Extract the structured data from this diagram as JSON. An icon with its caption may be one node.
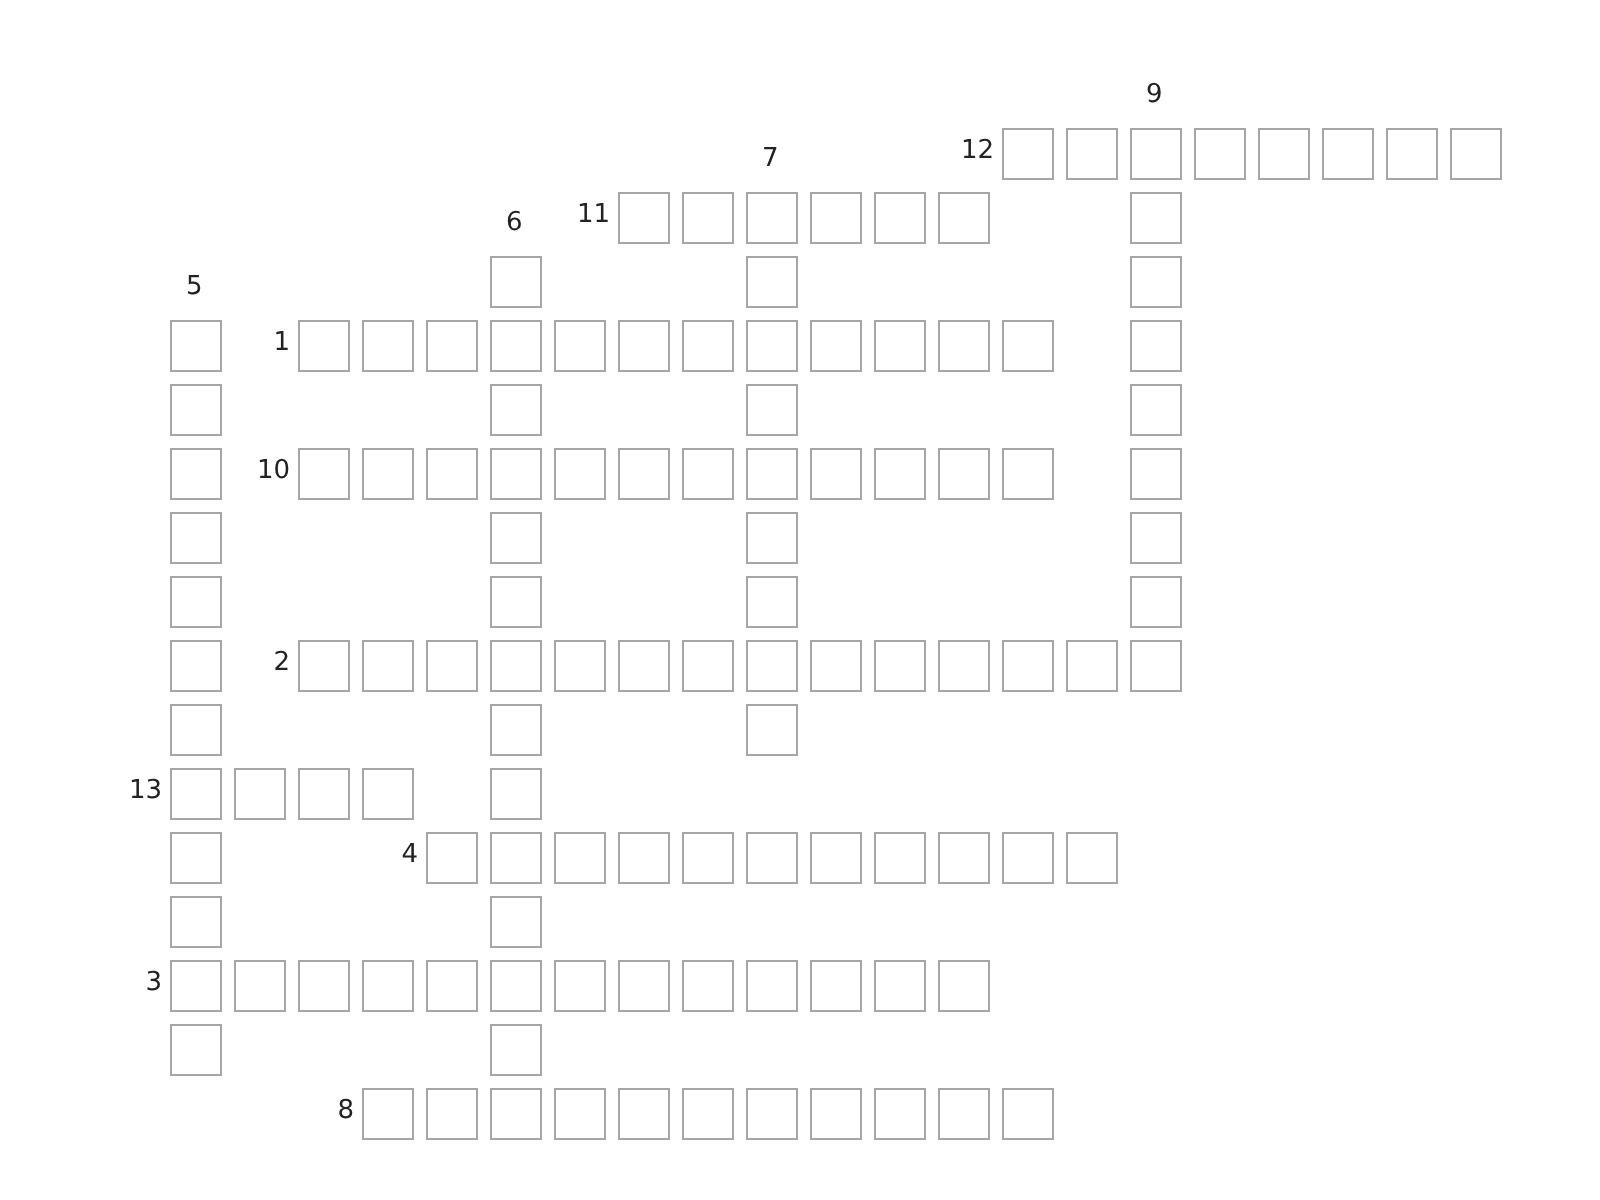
{
  "diagram": {
    "labels": [
      "9",
      "12",
      "7",
      "11",
      "6",
      "5",
      "1",
      "10",
      "2",
      "13",
      "4",
      "3",
      "8"
    ]
  }
}
